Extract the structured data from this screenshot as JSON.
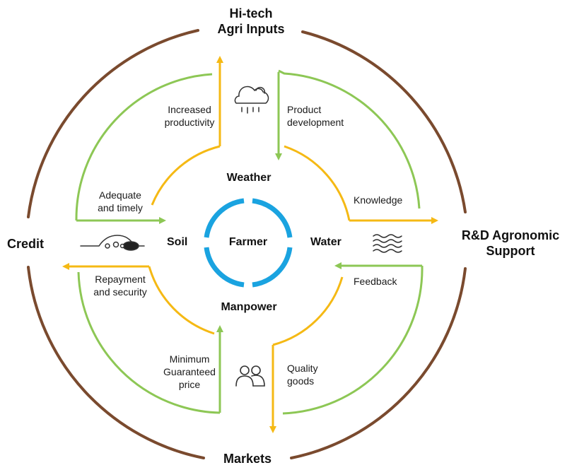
{
  "colors": {
    "outer_ring": "#7a4a2e",
    "green": "#8dc755",
    "yellow": "#f5b914",
    "center_ring": "#1aa3e0"
  },
  "nodes": {
    "top": "Hi-tech\nAgri Inputs",
    "right": "R&D Agronomic\nSupport",
    "bottom": "Markets",
    "left": "Credit"
  },
  "inner": {
    "center": "Farmer",
    "top": "Weather",
    "right": "Water",
    "bottom": "Manpower",
    "left": "Soil"
  },
  "flows": {
    "increased_productivity": "Increased\nproductivity",
    "product_development": "Product\ndevelopment",
    "knowledge": "Knowledge",
    "feedback": "Feedback",
    "quality_goods": "Quality\ngoods",
    "minimum_guaranteed_price": "Minimum\nGuaranteed\nprice",
    "repayment_and_security": "Repayment\nand security",
    "adequate_and_timely": "Adequate\nand timely"
  },
  "icons": {
    "weather": "cloud-rain-icon",
    "water": "water-waves-icon",
    "manpower": "people-icon",
    "soil": "soil-mound-icon"
  }
}
